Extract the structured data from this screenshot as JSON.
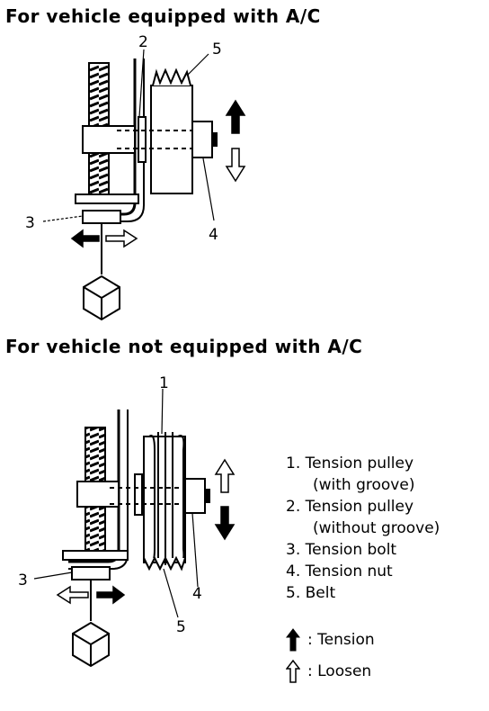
{
  "headings": {
    "with_ac": "For vehicle equipped with A/C",
    "without_ac": "For vehicle not equipped with A/C"
  },
  "callouts": {
    "top": {
      "n2": "2",
      "n5": "5",
      "n3": "3",
      "n4": "4"
    },
    "bottom": {
      "n1": "1",
      "n3": "3",
      "n4": "4",
      "n5": "5"
    }
  },
  "legend": {
    "items": [
      "1. Tension pulley",
      "(with groove)",
      "2. Tension pulley",
      "(without groove)",
      "3. Tension bolt",
      "4. Tension nut",
      "5. Belt"
    ],
    "tension_label": ": Tension",
    "loosen_label": ": Loosen"
  },
  "icons": {
    "solid_arrow": "tension-arrow-icon",
    "hollow_arrow": "loosen-arrow-icon",
    "socket": "hex-socket-icon"
  }
}
